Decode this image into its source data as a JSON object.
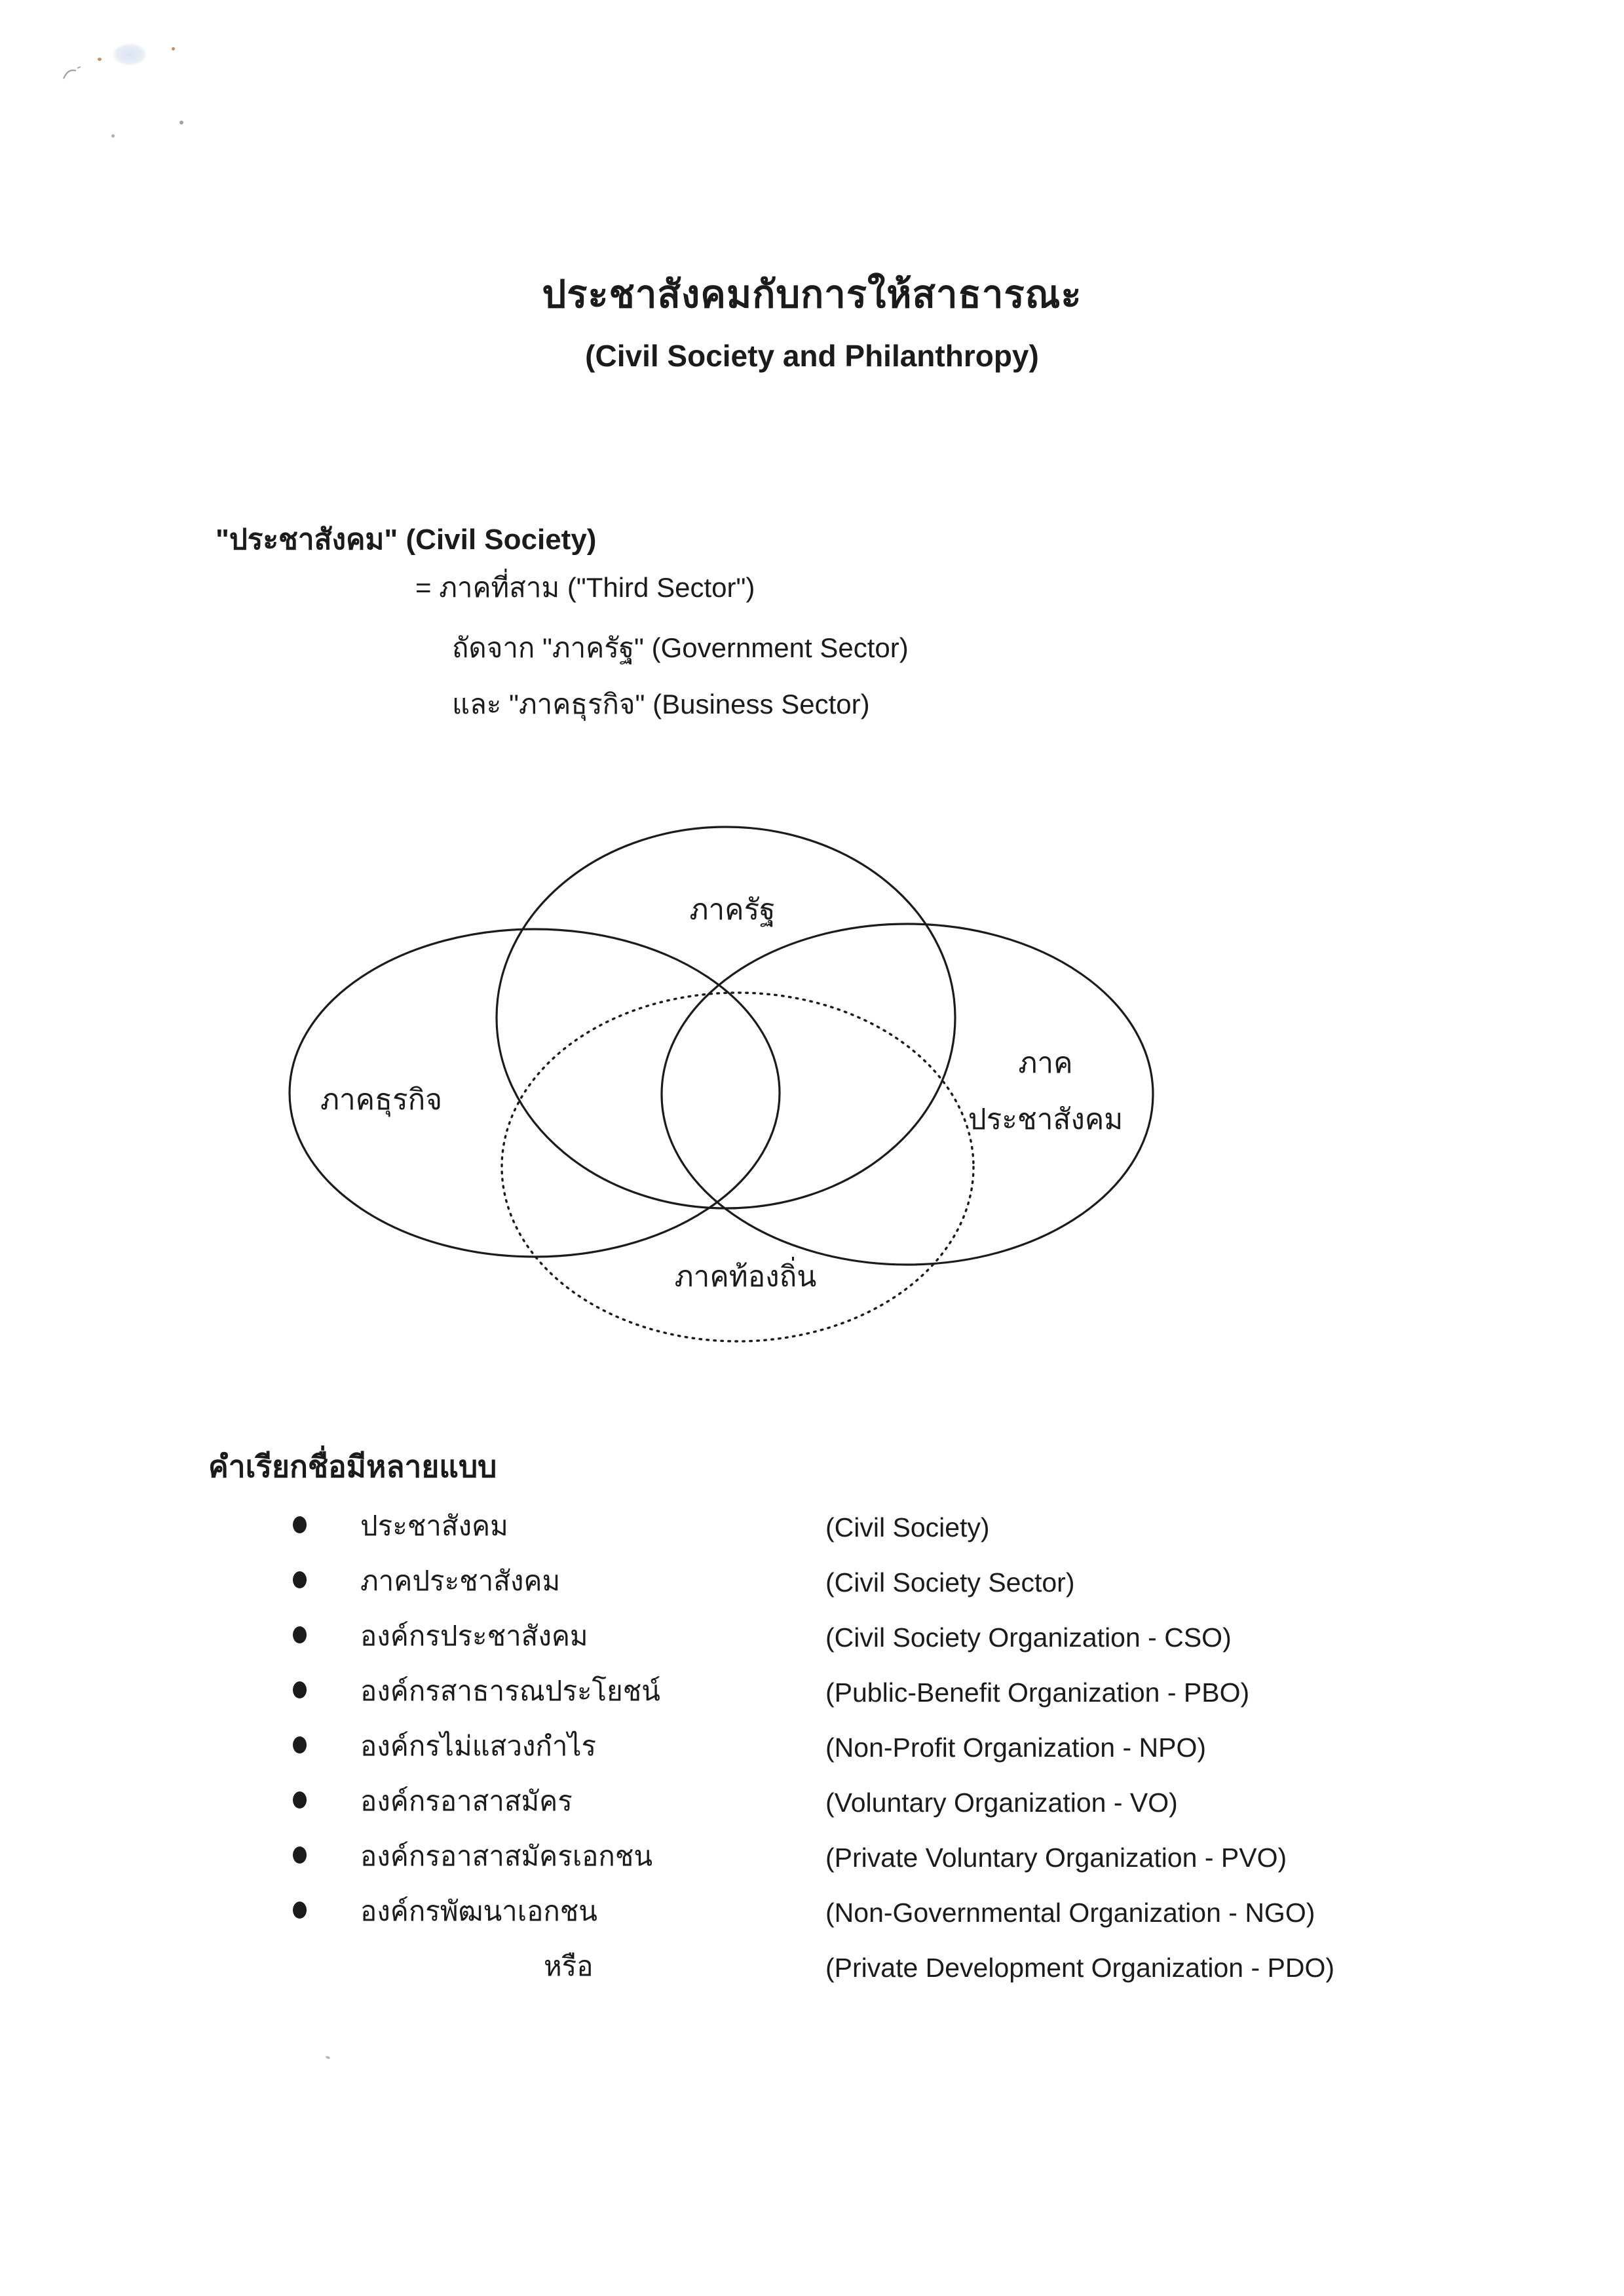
{
  "header": {
    "title_thai": "ประชาสังคมกับการให้สาธารณะ",
    "title_english": "(Civil Society and Philanthropy)"
  },
  "definition": {
    "heading": "\"ประชาสังคม\" (Civil Society)",
    "lines": [
      "= ภาคที่สาม (\"Third Sector\")",
      "ถัดจาก \"ภาครัฐ\" (Government Sector)",
      "และ \"ภาคธุรกิจ\" (Business Sector)"
    ]
  },
  "venn": {
    "circles": [
      {
        "id": "government",
        "label": "ภาครัฐ",
        "style": "solid"
      },
      {
        "id": "business",
        "label": "ภาคธุรกิจ",
        "style": "solid"
      },
      {
        "id": "civil-society",
        "label_lines": [
          "ภาค",
          "ประชาสังคม"
        ],
        "style": "solid"
      },
      {
        "id": "local",
        "label": "ภาคท้องถิ่น",
        "style": "dotted"
      }
    ]
  },
  "names": {
    "heading": "คำเรียกชื่อมีหลายแบบ",
    "items": [
      {
        "thai": "ประชาสังคม",
        "english": "(Civil Society)"
      },
      {
        "thai": "ภาคประชาสังคม",
        "english": "(Civil Society Sector)"
      },
      {
        "thai": "องค์กรประชาสังคม",
        "english": "(Civil Society Organization - CSO)"
      },
      {
        "thai": "องค์กรสาธารณประโยชน์",
        "english": "(Public-Benefit Organization - PBO)"
      },
      {
        "thai": "องค์กรไม่แสวงกำไร",
        "english": "(Non-Profit Organization - NPO)"
      },
      {
        "thai": "องค์กรอาสาสมัคร",
        "english": "(Voluntary Organization - VO)"
      },
      {
        "thai": "องค์กรอาสาสมัครเอกชน",
        "english": "(Private Voluntary Organization - PVO)"
      },
      {
        "thai": "องค์กรพัฒนาเอกชน",
        "english": "(Non-Governmental Organization - NGO)"
      },
      {
        "thai": "หรือ",
        "english": "(Private Development Organization - PDO)"
      }
    ]
  },
  "colors": {
    "ink": "#1b1b1b",
    "paper": "#ffffff"
  }
}
